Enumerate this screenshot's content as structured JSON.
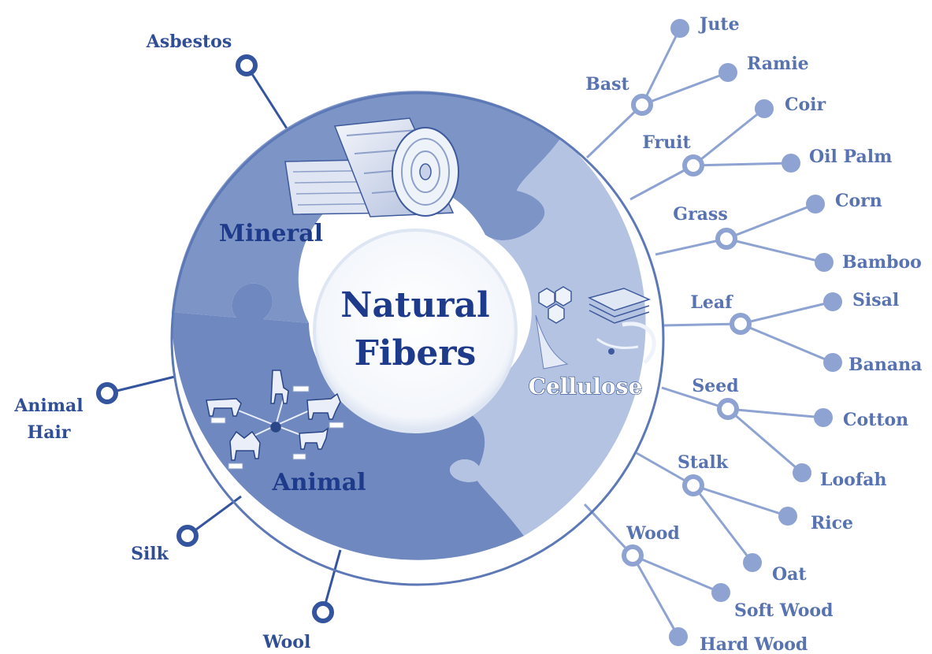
{
  "center": {
    "line1": "Natural",
    "line2": "Fibers"
  },
  "segments": {
    "mineral": "Mineral",
    "animal": "Animal",
    "cellulose": "Cellulose"
  },
  "mineral_branches": {
    "asbestos": "Asbestos"
  },
  "animal_branches": {
    "animal_hair_line1": "Animal",
    "animal_hair_line2": "Hair",
    "silk": "Silk",
    "wool": "Wool"
  },
  "cellulose_branches": {
    "bast": {
      "label": "Bast",
      "children": [
        "Jute",
        "Ramie"
      ]
    },
    "fruit": {
      "label": "Fruit",
      "children": [
        "Coir",
        "Oil Palm"
      ]
    },
    "grass": {
      "label": "Grass",
      "children": [
        "Corn",
        "Bamboo"
      ]
    },
    "leaf": {
      "label": "Leaf",
      "children": [
        "Sisal",
        "Banana"
      ]
    },
    "seed": {
      "label": "Seed",
      "children": [
        "Cotton",
        "Loofah"
      ]
    },
    "stalk": {
      "label": "Stalk",
      "children": [
        "Rice",
        "Oat"
      ]
    },
    "wood": {
      "label": "Wood",
      "children": [
        "Soft Wood",
        "Hard Wood"
      ]
    }
  },
  "colors": {
    "mineral": "#7d94c6",
    "animal": "#6f88bf",
    "cellulose": "#b4c3e1",
    "dark_node": "#34559d",
    "light_node": "#8ea3d2",
    "text": "#2f4e96"
  }
}
